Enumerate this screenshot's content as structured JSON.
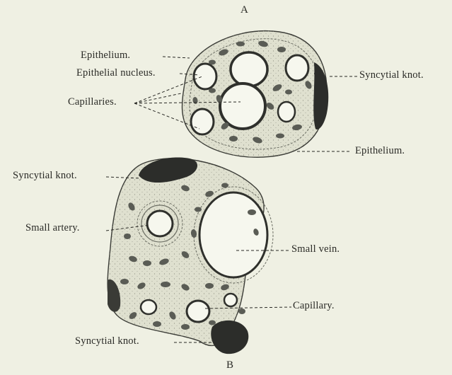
{
  "figure": {
    "panel_a_letter": "A",
    "panel_b_letter": "B",
    "labels_a": {
      "epithelium_top": "Epithelium.",
      "epithelial_nucleus": "Epithelial nucleus.",
      "capillaries": "Capillaries.",
      "syncytial_knot": "Syncytial knot.",
      "epithelium_bottom": "Epithelium."
    },
    "labels_b": {
      "syncytial_knot_top": "Syncytial knot.",
      "small_artery": "Small artery.",
      "small_vein": "Small vein.",
      "capillary": "Capillary.",
      "syncytial_knot_bottom": "Syncytial knot."
    },
    "colors": {
      "background": "#eff0e3",
      "tissue_fill": "#dfe0cf",
      "ink": "#2a2a26",
      "nucleus": "#5a5c55",
      "knot": "#2c2d2a",
      "lumen": "#f6f7ee"
    }
  }
}
